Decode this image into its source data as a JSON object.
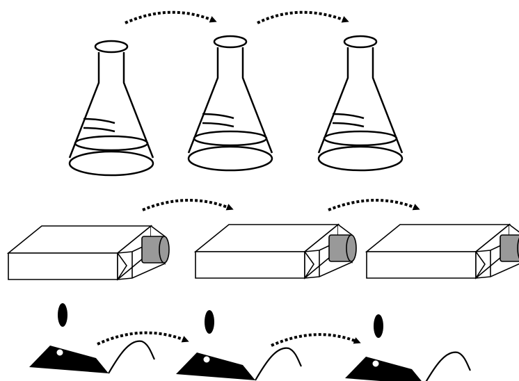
{
  "diagram": {
    "rows": [
      {
        "name": "flask-row",
        "stages": [
          "flask-1",
          "flask-2",
          "flask-3"
        ],
        "transfers": 2
      },
      {
        "name": "culture-flask-row",
        "stages": [
          "culture-flask-1",
          "culture-flask-2",
          "culture-flask-3"
        ],
        "transfers": 2
      },
      {
        "name": "mouse-row",
        "stages": [
          "mouse-1",
          "mouse-2",
          "mouse-3"
        ],
        "transfers": 2
      }
    ],
    "colors": {
      "stroke": "#000000",
      "cap_fill": "#999999",
      "mouse_fill": "#000000",
      "eye_fill": "#ffffff",
      "background": "#ffffff"
    },
    "icons": [
      "erlenmeyer-flask-icon",
      "tissue-culture-flask-icon",
      "mouse-icon",
      "dotted-arrow-icon"
    ]
  }
}
